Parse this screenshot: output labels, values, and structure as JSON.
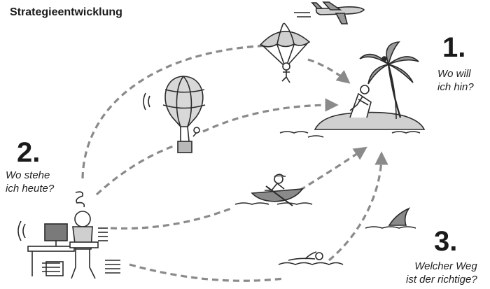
{
  "title": "Strategieentwicklung",
  "goal": {
    "number": "1.",
    "line1": "Wo will",
    "line2": "ich hin?"
  },
  "current": {
    "number": "2.",
    "line1": "Wo stehe",
    "line2": "ich heute?"
  },
  "path": {
    "number": "3.",
    "line1": "Welcher Weg",
    "line2": "ist der richtige?"
  },
  "colors": {
    "line": "#8a8a8a",
    "ink": "#2a2a2a",
    "shade": "#9a9a9a",
    "light": "#d8d8d8"
  },
  "icons": [
    "airplane-icon",
    "parachute-icon",
    "hot-air-balloon-icon",
    "rowing-boat-icon",
    "shark-fin-icon",
    "swimmer-icon",
    "island-palm-icon",
    "office-desk-person-icon"
  ]
}
